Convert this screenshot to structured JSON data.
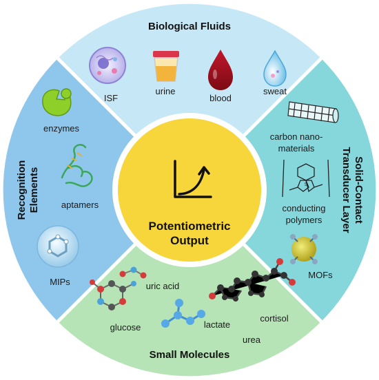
{
  "colors": {
    "top": "#c6e8f6",
    "left": "#8fc7ec",
    "right": "#86d7dc",
    "bottom": "#b6e4b6",
    "center": "#f6d63a",
    "ring": "#ffffff"
  },
  "center": {
    "line1": "Potentiometric",
    "line2": "Output"
  },
  "top": {
    "title": "Biological Fluids",
    "items": [
      "ISF",
      "urine",
      "blood",
      "sweat"
    ]
  },
  "left": {
    "title_line1": "Recognition",
    "title_line2": "Elements",
    "items": [
      "enzymes",
      "aptamers",
      "MIPs"
    ]
  },
  "right": {
    "title_line1": "Solid-Contact",
    "title_line2": "Transducer Layer",
    "carbon_line1": "carbon nano-",
    "carbon_line2": "materials",
    "polymers_line1": "conducting",
    "polymers_line2": "polymers",
    "mofs": "MOFs"
  },
  "bottom": {
    "title": "Small Molecules",
    "items": [
      "uric acid",
      "glucose",
      "lactate",
      "cortisol",
      "urea"
    ]
  },
  "icons": [
    "cell-icon",
    "urine-cup-icon",
    "blood-drop-icon",
    "sweat-drop-icon",
    "enzyme-icon",
    "aptamer-icon",
    "mip-icon",
    "carbon-nanotube-icon",
    "polymer-structure-icon",
    "mof-icon",
    "uric-acid-molecule-icon",
    "glucose-molecule-icon",
    "lactate-molecule-icon",
    "cortisol-molecule-icon",
    "graph-icon"
  ]
}
